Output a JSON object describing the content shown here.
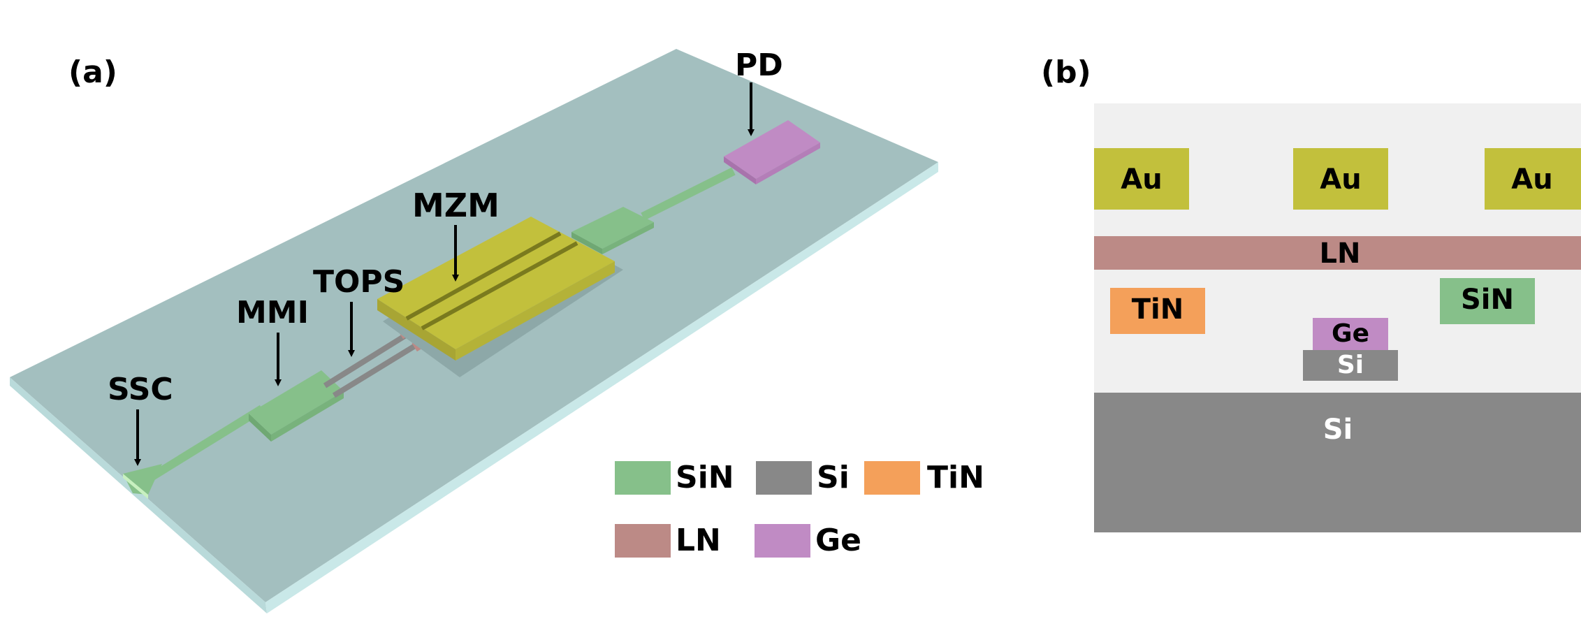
{
  "panel_a": {
    "label": "(a)",
    "callouts": {
      "pd": "PD",
      "mzm": "MZM",
      "tops": "TOPS",
      "mmi": "MMI",
      "ssc": "SSC"
    }
  },
  "legend": {
    "items": [
      {
        "label": "SiN",
        "color": "#86c08a"
      },
      {
        "label": "Si",
        "color": "#888888"
      },
      {
        "label": "TiN",
        "color": "#f4a05a"
      },
      {
        "label": "LN",
        "color": "#bc8a86"
      },
      {
        "label": "Ge",
        "color": "#c08bc4"
      }
    ]
  },
  "panel_b": {
    "label": "(b)",
    "layers": {
      "au_left": "Au",
      "au_mid": "Au",
      "au_right": "Au",
      "ln": "LN",
      "tin": "TiN",
      "sin": "SiN",
      "ge": "Ge",
      "si_small": "Si",
      "si_substrate": "Si"
    }
  },
  "colors": {
    "substrate_top": "#a3bfbf",
    "substrate_edge": "#c9e8e8",
    "sin": "#86c08a",
    "si": "#888888",
    "tin": "#f4a05a",
    "ln": "#bc8a86",
    "ge": "#c08bc4",
    "au": "#c2c03c",
    "cladding": "#f0f0f0"
  }
}
